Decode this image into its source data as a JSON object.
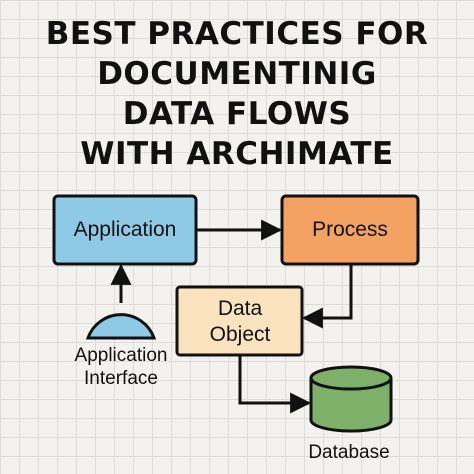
{
  "title": {
    "lines": [
      "BEST PRACTICES FOR",
      "DOCUMENTINIG",
      "DATA FLOWS",
      "WITH ARCHIMATE"
    ]
  },
  "nodes": {
    "application": {
      "label": "Application",
      "color": "#8ecae6"
    },
    "process": {
      "label": "Process",
      "color": "#f4a261"
    },
    "data_object": {
      "label_lines": [
        "Data",
        "Object"
      ],
      "color": "#fbe3c0"
    },
    "application_interface": {
      "label_lines": [
        "Application",
        "Interface"
      ],
      "color": "#8ecae6"
    },
    "database": {
      "label": "Database",
      "color": "#7fb069"
    }
  },
  "colors": {
    "line": "#111111",
    "background": "#f3f2ee",
    "grid": "#dcdcd8"
  }
}
